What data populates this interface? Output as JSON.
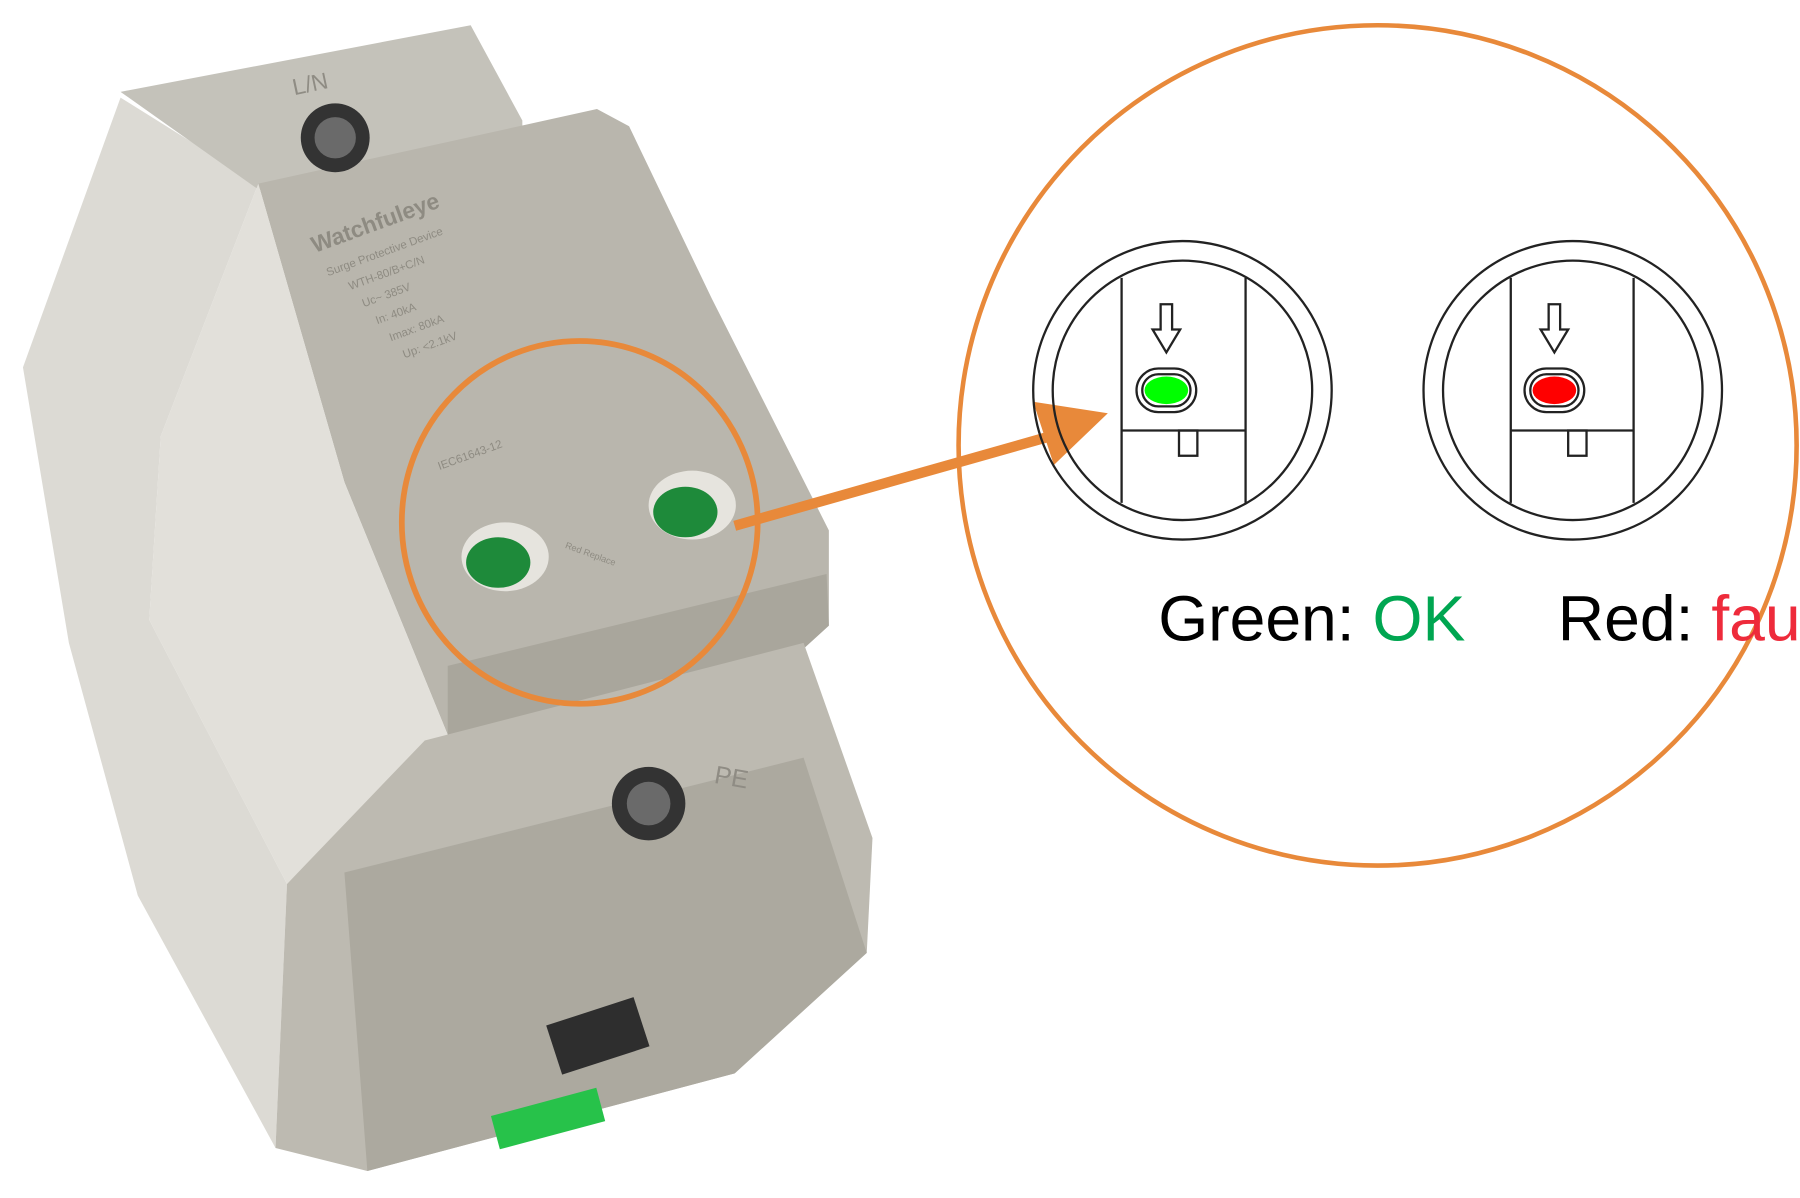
{
  "device": {
    "terminal_top": "L/N",
    "terminal_bottom": "PE",
    "brand": "Watchfuleye",
    "label_lines": [
      "Surge Protective Device",
      "WTH-80/B+C/N",
      "Uc~ 385V",
      "In: 40kA",
      "Imax: 80kA",
      "Up: <2.1kV"
    ],
    "cert_line": "IEC61643-12",
    "status_text": "Red Replace"
  },
  "legend": {
    "ok_prefix": "Green: ",
    "ok_state": "OK",
    "fault_prefix": "Red: ",
    "fault_state": "fault"
  },
  "colors": {
    "callout": "#E8893A",
    "ok_text": "#00A651",
    "fault_text": "#EE2B3B",
    "led_green": "#00FF00",
    "led_red": "#FF0000",
    "device_body": "#C9C7C0",
    "device_indicator": "#1E8A3A"
  }
}
